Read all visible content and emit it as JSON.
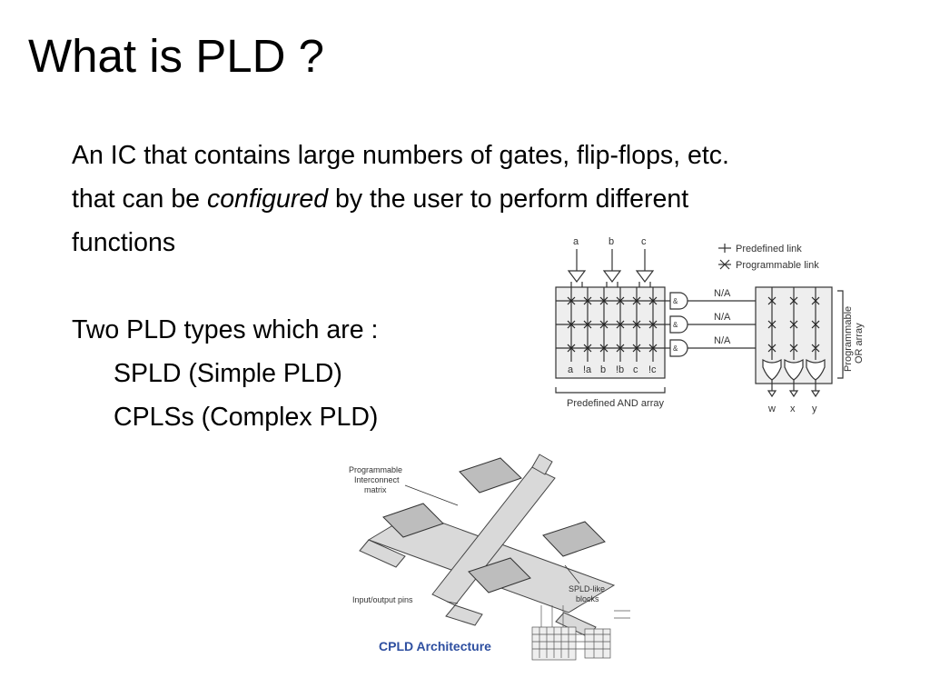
{
  "slide": {
    "title": "What is PLD ?",
    "definition": {
      "line1": "An IC that contains large numbers of gates, flip-flops, etc.",
      "line2_before": "that can be ",
      "line2_emph": "configured",
      "line2_after": " by the user to perform different",
      "line3": "functions"
    },
    "types_intro": "Two PLD types which are :",
    "types": [
      "SPLD (Simple PLD)",
      "CPLSs (Complex PLD)"
    ]
  },
  "pld_diagram": {
    "inputs": [
      "a",
      "b",
      "c"
    ],
    "legend_predefined": "Predefined link",
    "legend_programmable": "Programmable link",
    "column_labels": [
      "a",
      "!a",
      "b",
      "!b",
      "c",
      "!c"
    ],
    "and_gate_symbol": "&",
    "na_labels": [
      "N/A",
      "N/A",
      "N/A"
    ],
    "and_array_label": "Predefined AND array",
    "or_array_label_1": "Programmable",
    "or_array_label_2": "OR array",
    "outputs": [
      "w",
      "x",
      "y"
    ]
  },
  "cpld_diagram": {
    "interconnect_label_1": "Programmable",
    "interconnect_label_2": "Interconnect",
    "interconnect_label_3": "matrix",
    "io_label": "Input/output pins",
    "blocks_label_1": "SPLD-like",
    "blocks_label_2": "blocks",
    "caption": "CPLD Architecture",
    "caption_color": "#2e4fa0"
  }
}
